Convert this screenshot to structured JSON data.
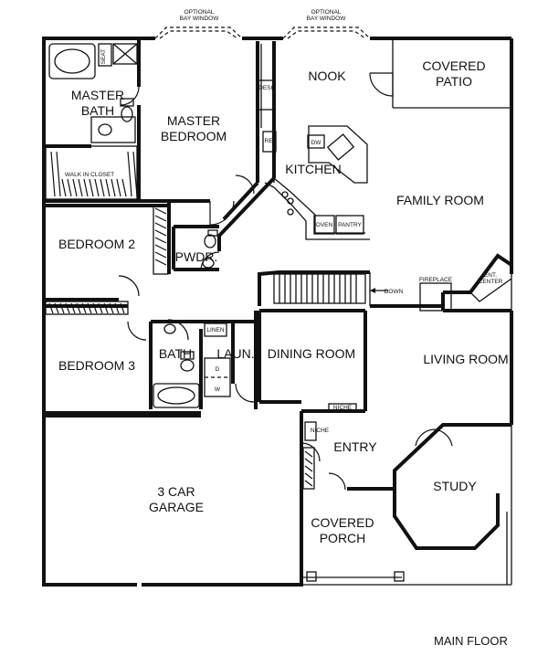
{
  "title": "MAIN FLOOR",
  "rooms": {
    "master_bath": [
      "MASTER",
      "BATH"
    ],
    "master_bedroom": [
      "MASTER",
      "BEDROOM"
    ],
    "nook": "NOOK",
    "covered_patio": [
      "COVERED",
      "PATIO"
    ],
    "kitchen": "KITCHEN",
    "family_room": "FAMILY ROOM",
    "bedroom2": "BEDROOM 2",
    "pwdr": "PWDR.",
    "bath": "BATH",
    "laun": "LAUN.",
    "dining_room": "DINING ROOM",
    "living_room": "LIVING ROOM",
    "bedroom3": "BEDROOM 3",
    "entry": "ENTRY",
    "study": "STUDY",
    "garage": [
      "3 CAR",
      "GARAGE"
    ],
    "covered_porch": [
      "COVERED",
      "PORCH"
    ]
  },
  "notes": {
    "bay_window_left": [
      "OPTIONAL",
      "BAY WINDOW"
    ],
    "bay_window_right": [
      "OPTIONAL",
      "BAY WINDOW"
    ],
    "walk_in_closet": "WALK IN CLOSET",
    "seat": "SEAT",
    "desk": "DESK",
    "ref": "REF",
    "dw": "DW",
    "oven": "OVEN",
    "pantry": "PANTRY",
    "fireplace": "FIREPLACE",
    "ent_center": [
      "ENT.",
      "CENTER"
    ],
    "down": "DOWN",
    "linen": "LINEN",
    "niche_top": "NICHE",
    "niche_side": "NICHE",
    "d": "D",
    "w": "W"
  }
}
